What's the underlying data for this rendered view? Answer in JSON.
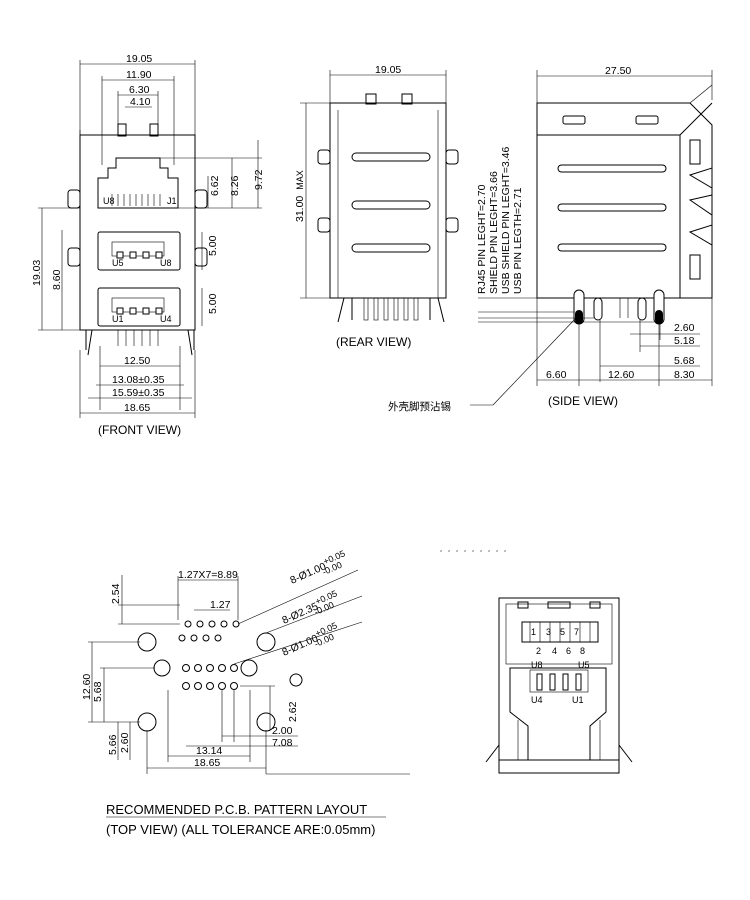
{
  "views": {
    "front": {
      "label": "(FRONT VIEW)",
      "dims": {
        "overall_width": "19.05",
        "rj_width": "11.90",
        "inner_630": "6.30",
        "inner_410": "4.10",
        "rj_height_662": "6.62",
        "rj_height_826": "8.26",
        "rj_height_972": "9.72",
        "total_height": "19.03",
        "usb_height_860": "8.60",
        "usb_top_500": "5.00",
        "usb_bot_500": "5.00",
        "usb_width": "12.50",
        "pin_span_1308": "13.08±0.35",
        "pin_span_1559": "15.59±0.35",
        "base_width": "18.65"
      },
      "port_labels": {
        "u8": "U8",
        "j1": "J1",
        "u5": "U5",
        "u8b": "U8",
        "u1": "U1",
        "u4": "U4"
      }
    },
    "rear": {
      "label": "(REAR VIEW)",
      "width": "19.05",
      "height": "31.00",
      "height_suffix": "MAX"
    },
    "side": {
      "label": "(SIDE  VIEW)",
      "depth": "27.50",
      "pin_notes": [
        "RJ45 PIN LEGHT=2.70",
        "SHIELD PIN LEGHT=3.66",
        "USB SHIELD PIN LEGHT=3.46",
        "USB PIN LEGTH=2.71"
      ],
      "dims": {
        "d260": "2.60",
        "d518": "5.18",
        "d568": "5.68",
        "d660": "6.60",
        "d1260": "12.60",
        "d830": "8.30"
      },
      "tin_note": "外壳脚预沾锡"
    },
    "pcb": {
      "title": "RECOMMENDED P.C.B. PATTERN LAYOUT",
      "subtitle": "(TOP VIEW) (ALL TOLERANCE ARE:0.05mm)",
      "dims": {
        "pitch_127x7": "1.27X7=8.89",
        "pitch_127": "1.27",
        "d254": "2.54",
        "d1260": "12.60",
        "d568": "5.68",
        "d566": "5.66",
        "d260": "2.60",
        "d262": "2.62",
        "d200": "2.00",
        "d708": "7.08",
        "d1314": "13.14",
        "d1865": "18.65"
      },
      "holes": [
        {
          "label": "8-Ø1.00",
          "tol_plus": "+0.05",
          "tol_minus": "-0.00"
        },
        {
          "label": "8-Ø2.35",
          "tol_plus": "+0.05",
          "tol_minus": "-0.00"
        },
        {
          "label": "8-Ø1.00",
          "tol_plus": "+0.05",
          "tol_minus": "-0.00"
        }
      ]
    },
    "top_view": {
      "rj_pins_top": [
        "1",
        "3",
        "5",
        "7"
      ],
      "rj_pins_bottom": [
        "2",
        "4",
        "6",
        "8"
      ],
      "usb_labels": {
        "u8": "U8",
        "u5": "U5",
        "u4": "U4",
        "u1": "U1"
      }
    }
  }
}
